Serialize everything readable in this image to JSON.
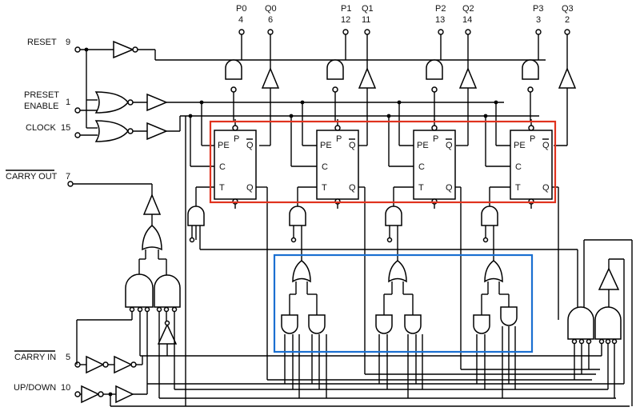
{
  "inputs": {
    "reset": {
      "label": "RESET",
      "pin": "9"
    },
    "preset_enable": {
      "label_line1": "PRESET",
      "label_line2": "ENABLE",
      "pin": "1"
    },
    "clock": {
      "label": "CLOCK",
      "pin": "15"
    },
    "carry_out": {
      "label": "CARRY OUT",
      "pin": "7"
    },
    "carry_in": {
      "label": "CARRY IN",
      "pin": "5"
    },
    "up_down": {
      "label": "UP/DOWN",
      "pin": "10"
    }
  },
  "top_pins": [
    {
      "name": "P0",
      "pin": "4"
    },
    {
      "name": "Q0",
      "pin": "6"
    },
    {
      "name": "P1",
      "pin": "12"
    },
    {
      "name": "Q1",
      "pin": "11"
    },
    {
      "name": "P2",
      "pin": "13"
    },
    {
      "name": "Q2",
      "pin": "14"
    },
    {
      "name": "P3",
      "pin": "3"
    },
    {
      "name": "Q3",
      "pin": "2"
    }
  ],
  "flipflop": {
    "pe": "PE",
    "p": "P",
    "qbar": "Q",
    "c": "C",
    "t": "T",
    "q": "Q"
  },
  "highlight_colors": {
    "red_box": "#e0321e",
    "blue_box": "#1a6fd1"
  }
}
